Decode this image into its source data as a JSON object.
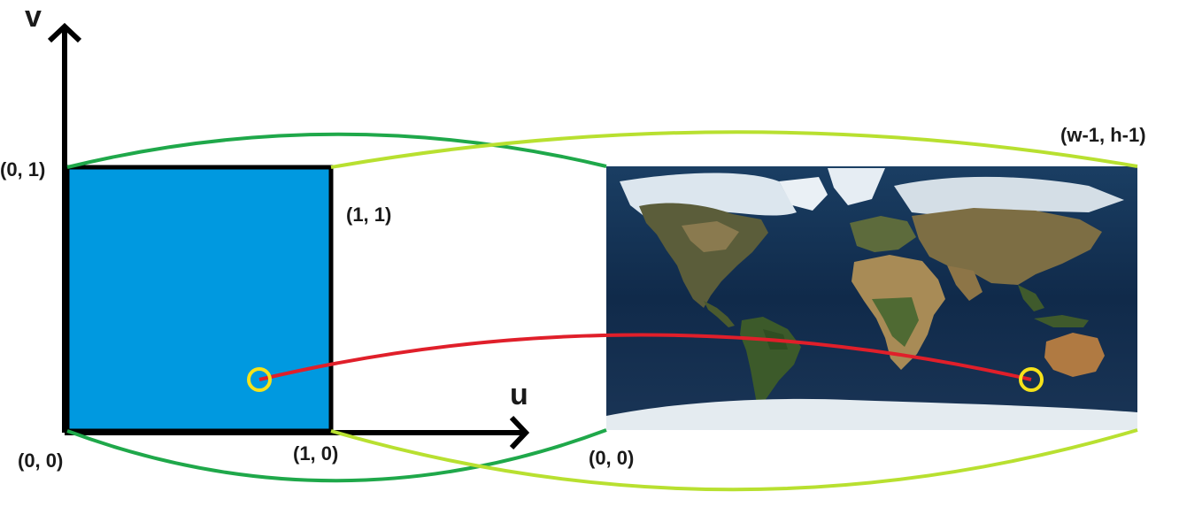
{
  "axes": {
    "v_label": "v",
    "u_label": "u"
  },
  "uv_square": {
    "corner_top_left": "(0, 1)",
    "corner_top_right": "(1, 1)",
    "corner_bottom_left": "(0, 0)",
    "corner_bottom_right": "(1, 0)",
    "fill_color": "#0099e0"
  },
  "texture": {
    "corner_top_right": "(w-1, h-1)",
    "corner_bottom_left": "(0, 0)",
    "image": "world-map-icon"
  },
  "colors": {
    "mapping_curve_dark_green": "#1fa84a",
    "mapping_curve_light_green": "#b8e030",
    "sample_link_red": "#e01f2a",
    "sample_marker_yellow": "#f5e21a",
    "axis_black": "#000000"
  }
}
